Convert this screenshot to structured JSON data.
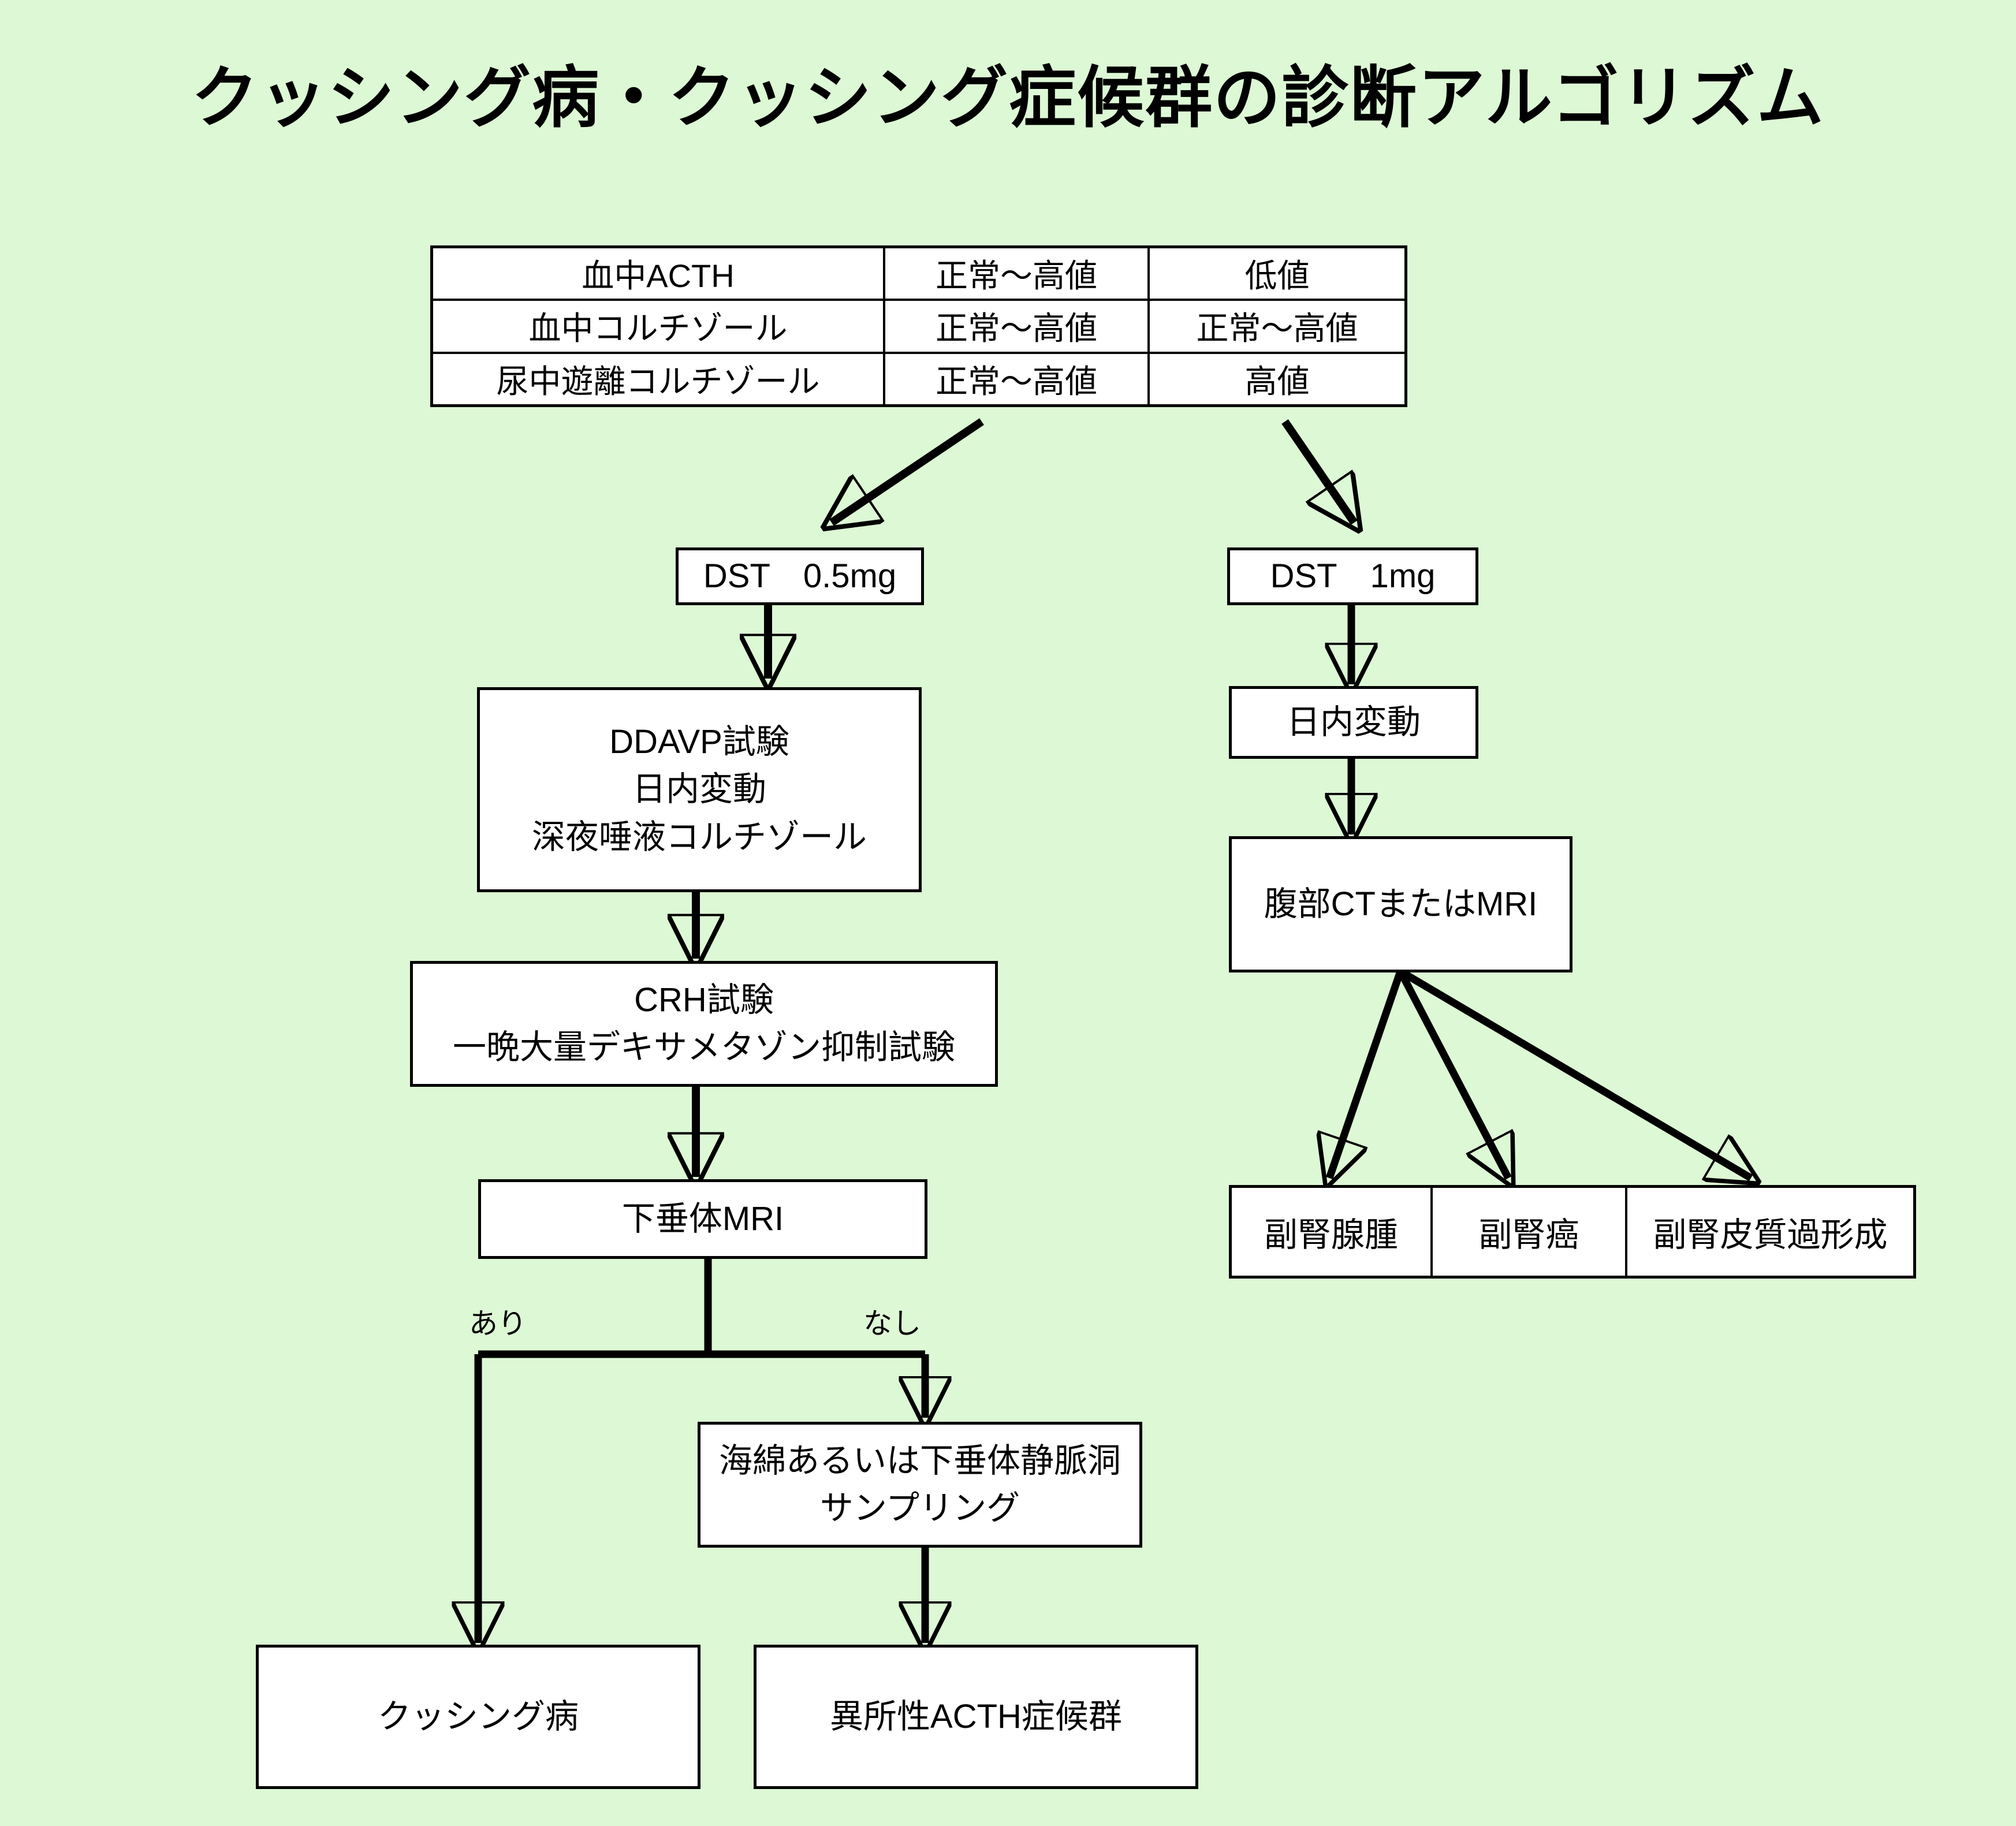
{
  "page": {
    "title": "クッシング病・クッシング症候群の診断アルゴリズム",
    "background_color": "#ddf8d5",
    "line_color": "#000000",
    "box_fill": "#ffffff"
  },
  "lab_table": {
    "rows": [
      {
        "label": "血中ACTH",
        "acth_high": "正常〜高値",
        "acth_low": "低値"
      },
      {
        "label": "血中コルチゾール",
        "acth_high": "正常〜高値",
        "acth_low": "正常〜高値"
      },
      {
        "label": "尿中遊離コルチゾール",
        "acth_high": "正常〜高値",
        "acth_low": "高値"
      }
    ]
  },
  "left_branch": {
    "dst": "DST　0.5mg",
    "ddavp": {
      "line1": "DDAVP試験",
      "line2": "日内変動",
      "line3": "深夜唾液コルチゾール"
    },
    "crh": {
      "line1": "CRH試験",
      "line2": "一晩大量デキサメタゾン抑制試験"
    },
    "pituitary_mri": "下垂体MRI",
    "branch_yes": "あり",
    "branch_no": "なし",
    "sampling": {
      "line1": "海綿あるいは下垂体静脈洞",
      "line2": "サンプリング"
    },
    "outcome_cushing_disease": "クッシング病",
    "outcome_ectopic_acth": "異所性ACTH症候群"
  },
  "right_branch": {
    "dst": "DST　1mg",
    "diurnal": "日内変動",
    "imaging": "腹部CTまたはMRI",
    "outcomes": [
      "副腎腺腫",
      "副腎癌",
      "副腎皮質過形成"
    ]
  }
}
